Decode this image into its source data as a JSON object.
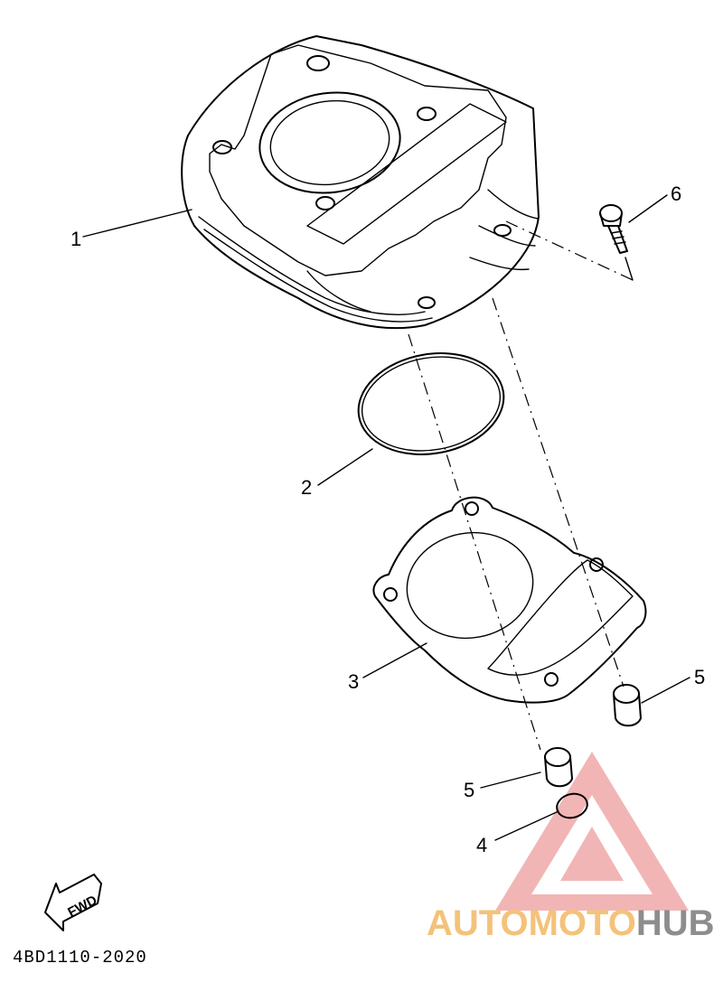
{
  "callouts": [
    {
      "number": "1",
      "part": "cylinder"
    },
    {
      "number": "2",
      "part": "o-ring"
    },
    {
      "number": "3",
      "part": "cylinder-gasket"
    },
    {
      "number": "4",
      "part": "o-ring-small"
    },
    {
      "number": "5",
      "part": "dowel-pin"
    },
    {
      "number": "5",
      "part": "dowel-pin"
    },
    {
      "number": "6",
      "part": "bolt"
    }
  ],
  "fwd_label": "FWD",
  "diagram_code": "4BD1110-2020",
  "watermark": {
    "part1": "AUTOMOTO",
    "part2": "HUB",
    "accent_color": "#e03030",
    "color1": "#f4c27a",
    "color2": "#8d8d8d"
  }
}
